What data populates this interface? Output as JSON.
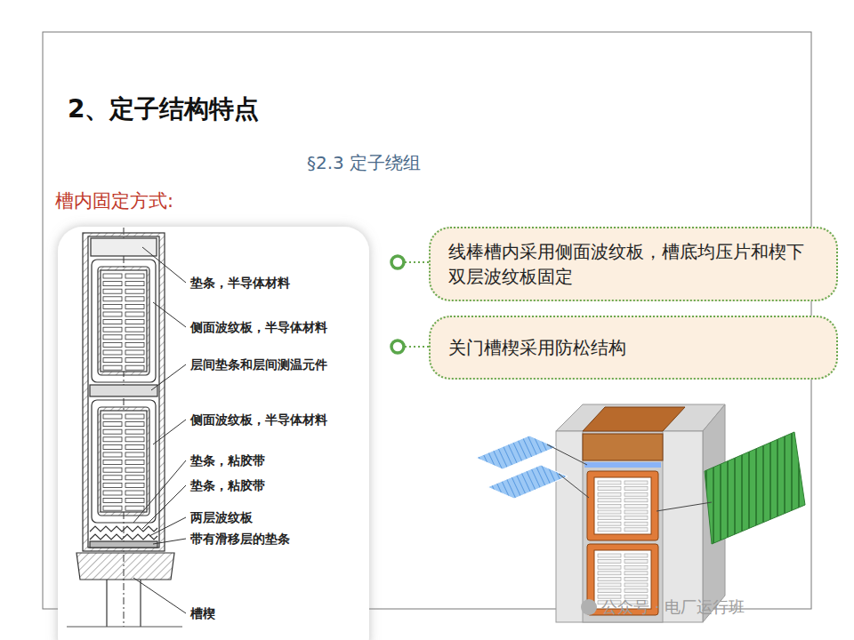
{
  "diagram": {
    "title": "2、定子结构特点",
    "nodes": [
      {
        "text": [
          "线棒槽内采用侧面波纹板，槽底均压片和楔下双层波纹板固定"
        ]
      },
      {
        "text": [
          "关门槽楔采用防松结构"
        ]
      }
    ],
    "labels": [
      "§2.3 定子绕组",
      "槽内固定方式:",
      "垫条，半导体材料",
      "侧面波纹板，半导体材料",
      "层间垫条和层间测温元件",
      "侧面波纹板，半导体材料",
      "垫条，粘胶带",
      "垫条，粘胶带",
      "两层波纹板",
      "带有滑移层的垫条",
      "槽楔",
      "公众号 · 电厂运行班"
    ]
  }
}
